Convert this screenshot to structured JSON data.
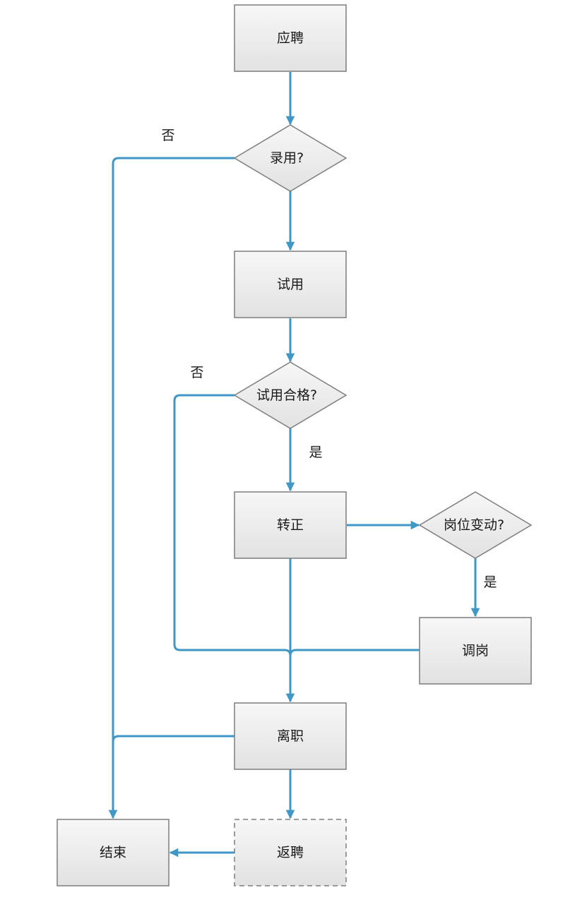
{
  "nodes": {
    "apply": "应聘",
    "hired_q": "录用?",
    "probation": "试用",
    "probation_pass_q": "试用合格?",
    "regularize": "转正",
    "position_change_q": "岗位变动?",
    "transfer": "调岗",
    "resign": "离职",
    "rehire": "返聘",
    "end": "结束"
  },
  "edge_labels": {
    "hired_no": "否",
    "probation_no": "否",
    "probation_yes": "是",
    "position_change_yes": "是"
  },
  "colors": {
    "edge": "#3f97c6",
    "node_border": "#7d7d7d",
    "node_fill_top": "#f7f7f7",
    "node_fill_bottom": "#e2e2e2"
  }
}
